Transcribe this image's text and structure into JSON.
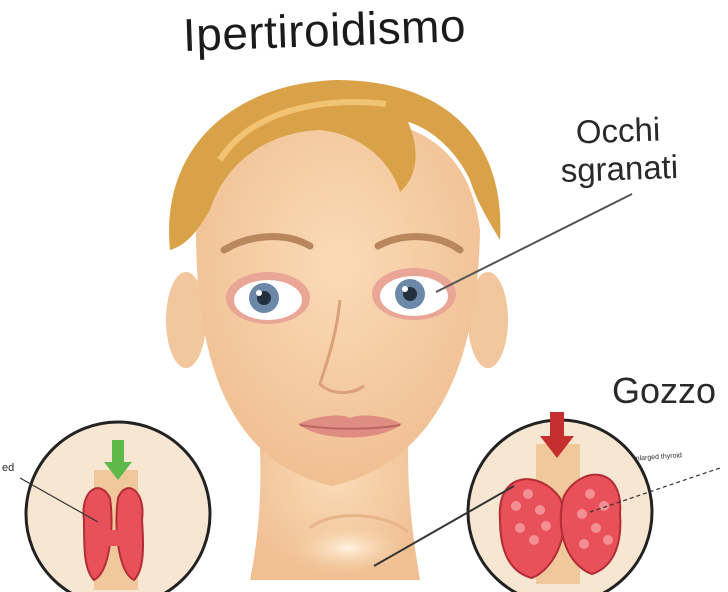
{
  "title": "Ipertiroidismo",
  "labels": {
    "eyes_line1": "Occhi",
    "eyes_line2": "sgranati",
    "goiter": "Gozzo",
    "normal_thyroid_partial": "ed",
    "enlarged_thyroid": "Enlarged thyroid"
  },
  "colors": {
    "skin": "#f6cfa6",
    "hair": "#d9a148",
    "thyroid": "#e8505a",
    "arrow_normal": "#5fb84a",
    "arrow_enlarged": "#c62f2f"
  }
}
